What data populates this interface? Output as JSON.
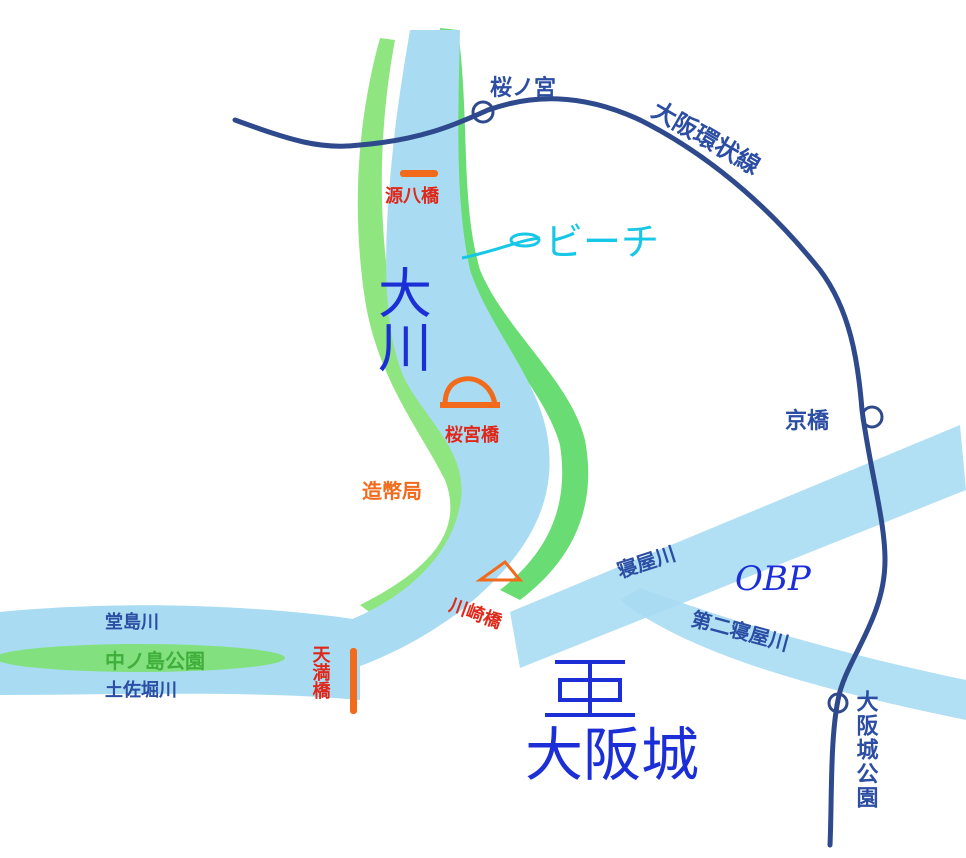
{
  "river": {
    "name": "大川",
    "beach_label": "ビーチ"
  },
  "stations": {
    "sakuranomiya": "桜ノ宮",
    "kyobashi": "京橋",
    "osakajo_koen": "大阪城公園"
  },
  "railway": {
    "name": "大阪環状線"
  },
  "bridges": {
    "genpachi": "源八橋",
    "sakuranomiya_bashi": "桜宮橋",
    "kawasaki": "川崎橋",
    "tenma": "天満橋"
  },
  "places": {
    "mint": "造幣局",
    "obp": "OBP",
    "castle": "大阪城",
    "nakanoshima_park": "中ノ島公園"
  },
  "waterways": {
    "neya": "寝屋川",
    "daini_neya": "第二寝屋川",
    "dojima": "堂島川",
    "tosabori": "土佐堀川"
  },
  "colors": {
    "water": "#a9dcf3",
    "bank_green": "#7be06a",
    "railway": "#2e4a8c",
    "bridge_orange": "#f26a1b",
    "label_blue": "#2b4da3",
    "handwriting_blue": "#1c2fd6",
    "beach_cyan": "#16c7e6",
    "bridge_label_red": "#e0281a",
    "park_green": "#3fae3a"
  }
}
